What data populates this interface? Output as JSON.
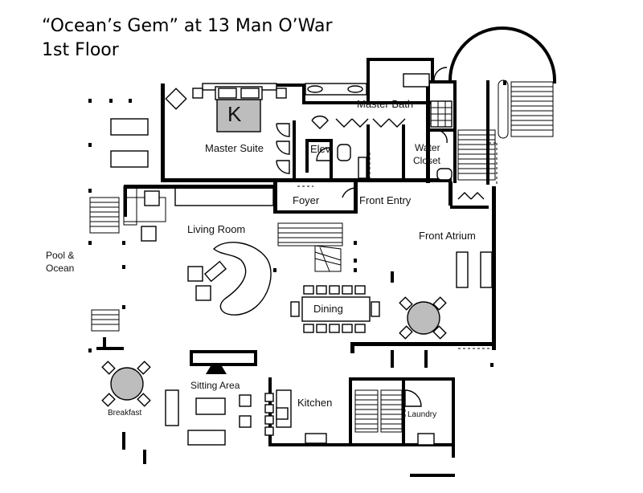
{
  "title": {
    "line1": "“Ocean’s Gem” at 13 Man O’War",
    "line2": "1st Floor"
  },
  "rooms": {
    "master_suite": "Master Suite",
    "master_bath": "Master Bath",
    "elev": "Elev",
    "water_closet_1": "Water",
    "water_closet_2": "Closet",
    "foyer": "Foyer",
    "front_entry": "Front Entry",
    "front_atrium": "Front Atrium",
    "living_room": "Living Room",
    "pool_ocean_1": "Pool &",
    "pool_ocean_2": "Ocean",
    "dining": "Dining",
    "sitting_area": "Sitting Area",
    "kitchen": "Kitchen",
    "breakfast": "Breakfast",
    "laundry": "Laundry"
  },
  "symbols": {
    "king_bed_letter": "K"
  },
  "colors": {
    "walls": "#000000",
    "furniture_fill": "#ffffff",
    "table_fill": "#bdbdbd"
  }
}
